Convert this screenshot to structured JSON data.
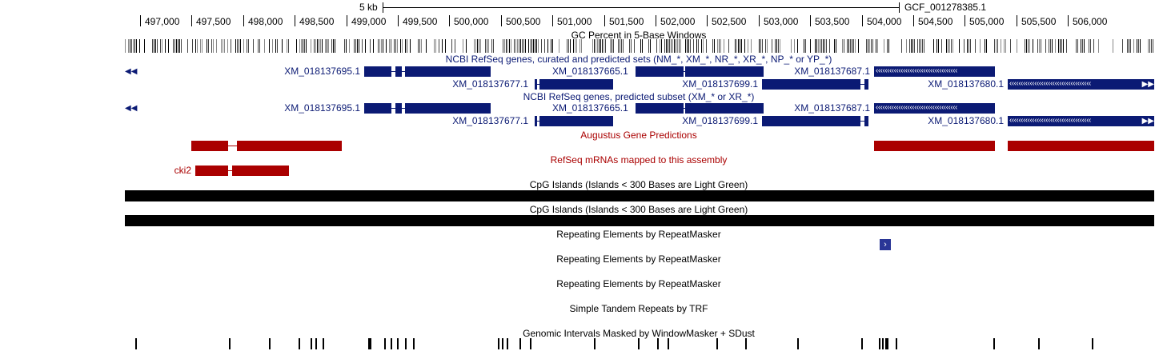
{
  "ruler": {
    "scale_label": "5 kb",
    "assembly": "GCF_001278385.1",
    "ticks": [
      "497,000",
      "497,500",
      "498,000",
      "498,500",
      "499,000",
      "499,500",
      "500,000",
      "500,500",
      "501,000",
      "501,500",
      "502,000",
      "502,500",
      "503,000",
      "503,500",
      "504,000",
      "504,500",
      "505,000",
      "505,500",
      "506,000"
    ]
  },
  "tracks": {
    "gc_percent": "GC Percent in 5-Base Windows",
    "refseq_all": "NCBI RefSeq genes, curated and predicted sets (NM_*, XM_*, NR_*, XR_*, NP_* or YP_*)",
    "refseq_predicted": "NCBI RefSeq genes, predicted subset (XM_* or XR_*)",
    "augustus": "Augustus Gene Predictions",
    "refseq_mrna": "RefSeq mRNAs mapped to this assembly",
    "cpg1": "CpG Islands (Islands < 300 Bases are Light Green)",
    "cpg2": "CpG Islands (Islands < 300 Bases are Light Green)",
    "rmsk1": "Repeating Elements by RepeatMasker",
    "rmsk2": "Repeating Elements by RepeatMasker",
    "rmsk3": "Repeating Elements by RepeatMasker",
    "trf": "Simple Tandem Repeats by TRF",
    "windowmasker": "Genomic Intervals Masked by WindowMasker + SDust"
  },
  "genes": {
    "xm_695": "XM_018137695.1",
    "xm_665": "XM_018137665.1",
    "xm_687": "XM_018137687.1",
    "xm_677": "XM_018137677.1",
    "xm_699": "XM_018137699.1",
    "xm_680": "XM_018137680.1",
    "cki2": "cki2"
  },
  "glyphs": {
    "left_arrows": "◀◀",
    "right_arrows": "▶▶",
    "chevrons": "‹‹‹‹‹‹‹‹‹‹‹‹‹‹‹‹‹‹‹‹‹‹‹‹‹‹‹‹‹‹‹‹‹‹‹‹",
    "rmsk_chevron": "›"
  },
  "colors": {
    "refseq": "#0b1a74",
    "augustus": "#aa0000",
    "repeat": "#2a3696",
    "cpg": "#000000"
  }
}
